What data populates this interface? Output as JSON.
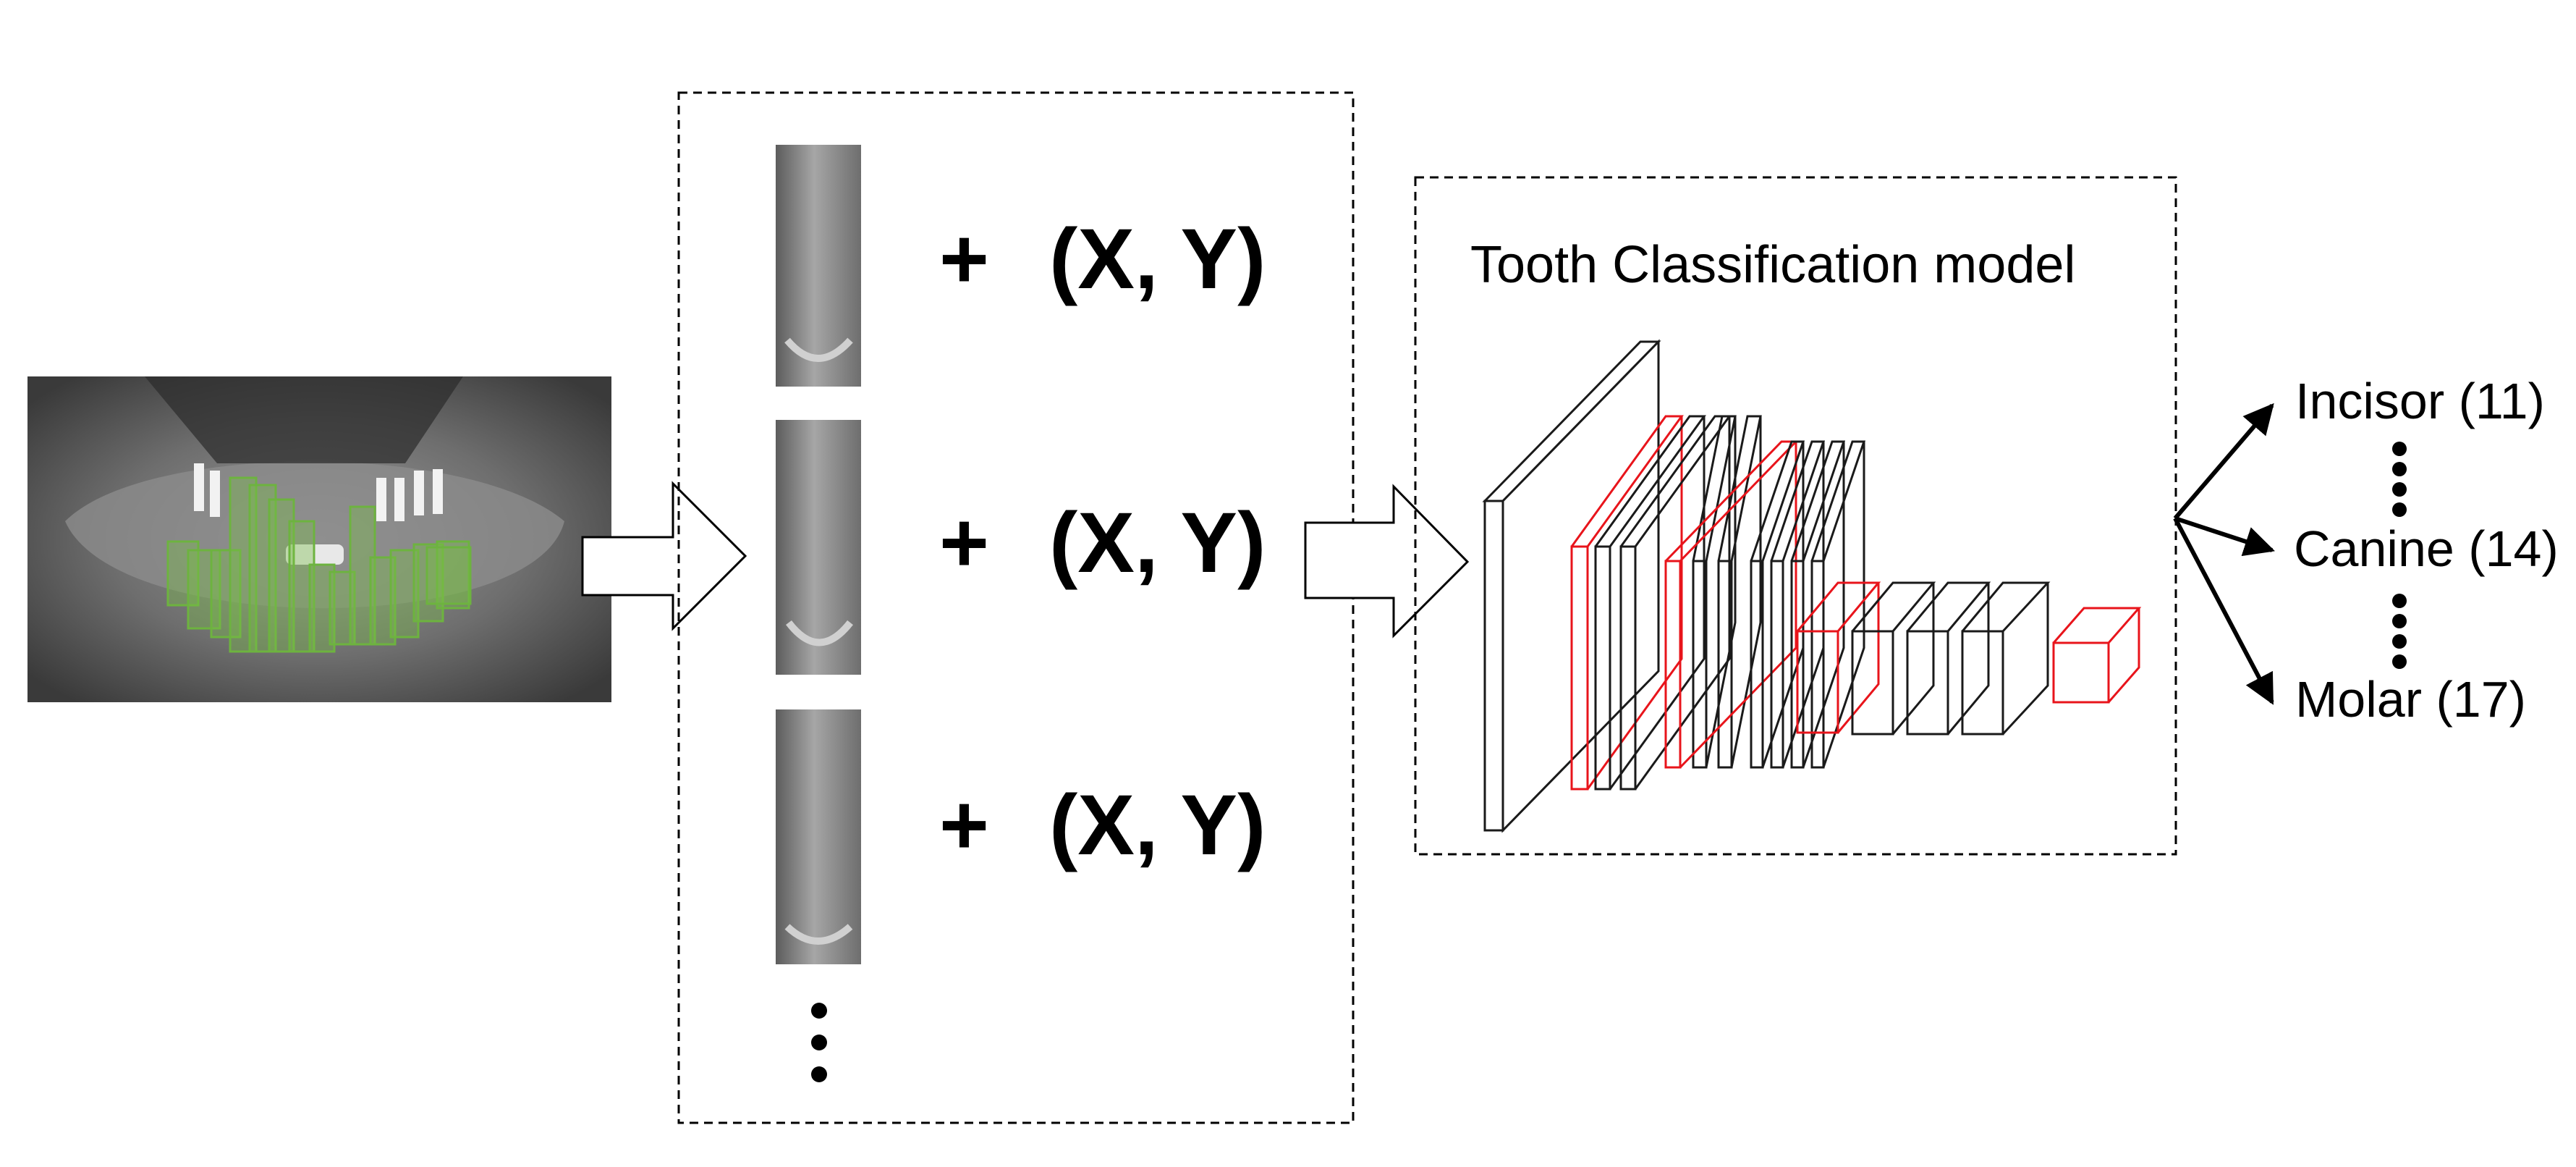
{
  "patches": [
    {
      "plus": "+",
      "coord": "(X, Y)"
    },
    {
      "plus": "+",
      "coord": "(X, Y)"
    },
    {
      "plus": "+",
      "coord": "(X, Y)"
    }
  ],
  "model": {
    "title": "Tooth Classification model"
  },
  "outputs": [
    {
      "label": "Incisor (11)"
    },
    {
      "label": "Canine (14)"
    },
    {
      "label": "Molar (17)"
    }
  ],
  "colors": {
    "detection_box": "#6db33f",
    "cnn_highlight": "#e8141b",
    "cnn_outline": "#1a1a1a"
  }
}
